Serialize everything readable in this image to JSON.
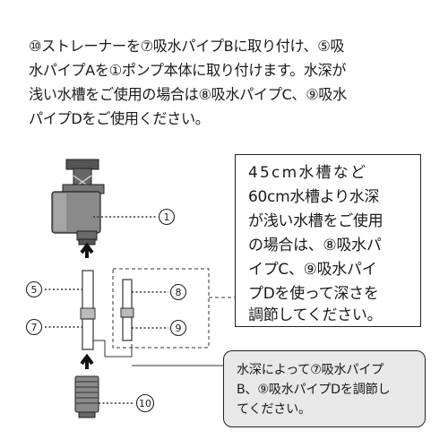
{
  "intro_lines": [
    "⑩ストレーナーを⑦吸水パイプBに取り付け、⑤吸",
    "水パイプAを①ポンプ本体に取り付けます。水深が",
    "浅い水槽をご使用の場合は⑧吸水パイプC、⑨吸水",
    "パイプDをご使用ください。"
  ],
  "note_box_lines": [
    "45cm水槽など",
    "60cm水槽より水深",
    "が浅い水槽をご使用",
    "の場合は、⑧吸水パ",
    "イプC、⑨吸水パイ",
    "プDを使って深さを",
    "調節してください。"
  ],
  "gray_box_lines": [
    "水深によって⑦吸水パイプ",
    "B、⑨吸水パイプDを調節し",
    "てください。"
  ],
  "callouts": {
    "c1": "1",
    "c5": "5",
    "c7": "7",
    "c8": "8",
    "c9": "9",
    "c10": "10"
  }
}
